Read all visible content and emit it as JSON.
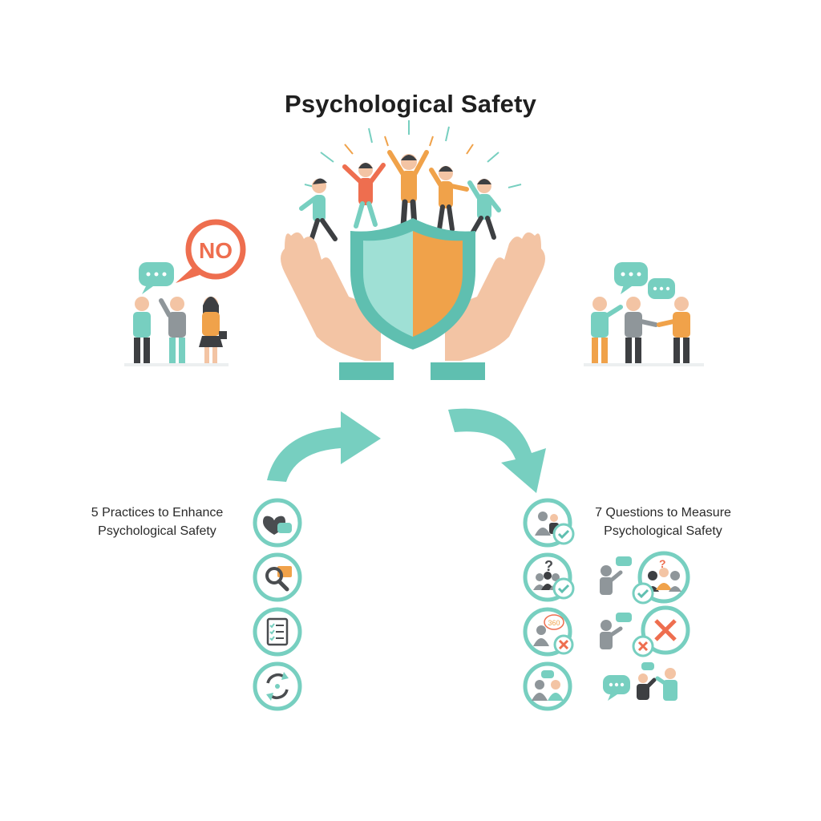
{
  "title": "Psychological Safety",
  "speech_no": "NO",
  "left_list": {
    "heading_line1": "5 Practices to Enhance",
    "heading_line2": "Psychological Safety"
  },
  "right_list": {
    "heading_line1": "7 Questions to Measure",
    "heading_line2": "Psychological Safety"
  },
  "badge_number": "360",
  "colors": {
    "teal": "#77cfc0",
    "orange": "#f0a24a",
    "coral": "#ee6e4f",
    "skin": "#f3c4a4",
    "grey": "#8f969a",
    "dark": "#3d3f42"
  },
  "icons": {
    "left": [
      "heart-chat-icon",
      "magnifier-chart-icon",
      "checklist-icon",
      "cycle-arrows-icon"
    ],
    "right": [
      "presenter-check-icon",
      "question-group-check-icon",
      "speech-cross-icon",
      "two-people-chat-icon"
    ],
    "right_extra": [
      "presenter-group-check-icon",
      "speaker-cross-icon",
      "chat-pair-icon"
    ]
  }
}
